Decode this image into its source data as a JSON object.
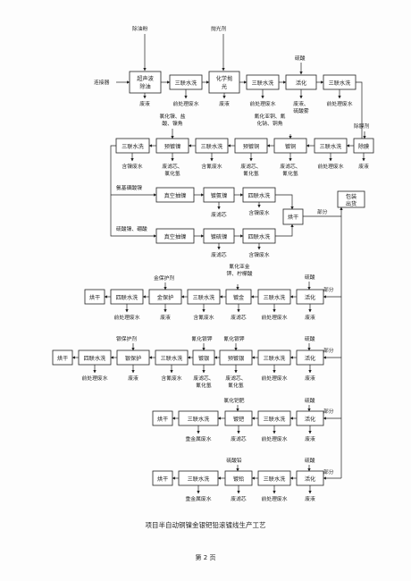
{
  "r1": {
    "start": "连接器",
    "in1": "除油粉",
    "b1a": "超声波",
    "b1b": "除油",
    "o1": "废液",
    "b2": "三联水洗",
    "o2": "前处理废水",
    "in2": "抛光剂",
    "b3a": "化学抛",
    "b3b": "光",
    "o3": "废液",
    "b4": "三联水洗",
    "o4": "前处理废水",
    "in3": "硫酸",
    "b5": "活化",
    "o5a": "废液、",
    "o5b": "硫酸雾",
    "b6": "三联水洗",
    "o6": "前处理废水"
  },
  "r2": {
    "in1": "除膜剂",
    "b1": "除膜",
    "o1": "废液",
    "b2": "三联水洗",
    "o2": "前处理废水",
    "in2a": "氰化亚铜、氰",
    "in2b": "化钠、铜角",
    "in2c": "",
    "b3": "镀铜",
    "o3a": "废滤芯、",
    "o3b": "氰化氢",
    "b4": "预镀铜",
    "o4a": "废滤芯、",
    "o4b": "氰化氢",
    "b5": "三联水洗",
    "o5": "含氰废水",
    "in6a": "氯化镍、盐",
    "in6b": "酸、镍角",
    "b6": "预镀镍",
    "o6a": "废滤芯、",
    "o6b": "氯化氢",
    "b7": "三联水洗",
    "o7": "含镍废水"
  },
  "br": {
    "l1": "氨基磺酸镍",
    "a1": "真空抽镍",
    "a2": "镀氨镍",
    "ao2": "废滤芯",
    "a3": "四联水洗",
    "ao3": "含镍废水",
    "l2": "硫酸镍、硼酸",
    "b1": "真空抽镍",
    "b2": "镀硫镍",
    "bo2": "废滤芯",
    "b3": "四联水洗",
    "bo3": "含镍废水",
    "dry": "烘干",
    "part": "部分",
    "ship1": "包装",
    "ship2": "出货"
  },
  "gold": {
    "in1": "硫酸",
    "b1": "活化",
    "o1": "废液",
    "b2": "三联水洗",
    "o2": "前处理废水",
    "in2a": "氰化亚金",
    "in2b": "钾、柠檬酸",
    "in2c": "",
    "b3": "镀金",
    "o3": "废滤芯",
    "b4": "三联水洗",
    "o4": "含氰废水",
    "in5": "金保护剂",
    "b5": "金保护",
    "o5": "废液",
    "b6": "四联水洗",
    "o6": "前处理废水"
  },
  "silver": {
    "in1": "硫酸",
    "b1": "活化",
    "o1": "废液",
    "b2": "三联水洗",
    "o2": "前处理废水",
    "in3": "氰化银钾",
    "b3": "预镀银",
    "o3a": "废滤芯、",
    "o3b": "氰化氢",
    "in4": "氰化银钾",
    "b4": "镀银",
    "o4a": "废滤芯、",
    "o4b": "氰化氢",
    "b5": "三联水洗",
    "o5": "含氰废水",
    "in6": "银保护剂",
    "b6": "银保护",
    "o6": "废液",
    "b7": "四联水洗",
    "o7": "前处理废水"
  },
  "pd": {
    "in1": "硫酸",
    "b1": "活化",
    "o1": "废液",
    "b2": "三联水洗",
    "o2": "前处理废水",
    "in3": "氯化钯肥",
    "b3": "镀钯",
    "o3": "废滤芯",
    "b4": "三联水洗",
    "o4": "重金属废水"
  },
  "pb": {
    "in1": "硫酸",
    "b1": "活化",
    "o1": "废液",
    "b2": "三联水洗",
    "o2": "前处理废水",
    "in3": "硫酸铅",
    "b3": "镀铅",
    "o3": "废滤芯",
    "b4": "三联水洗",
    "o4": "重金属废水"
  },
  "caption": "项目半自动铜镍金银钯铅滚镀线生产工艺",
  "page": "第 2 页"
}
